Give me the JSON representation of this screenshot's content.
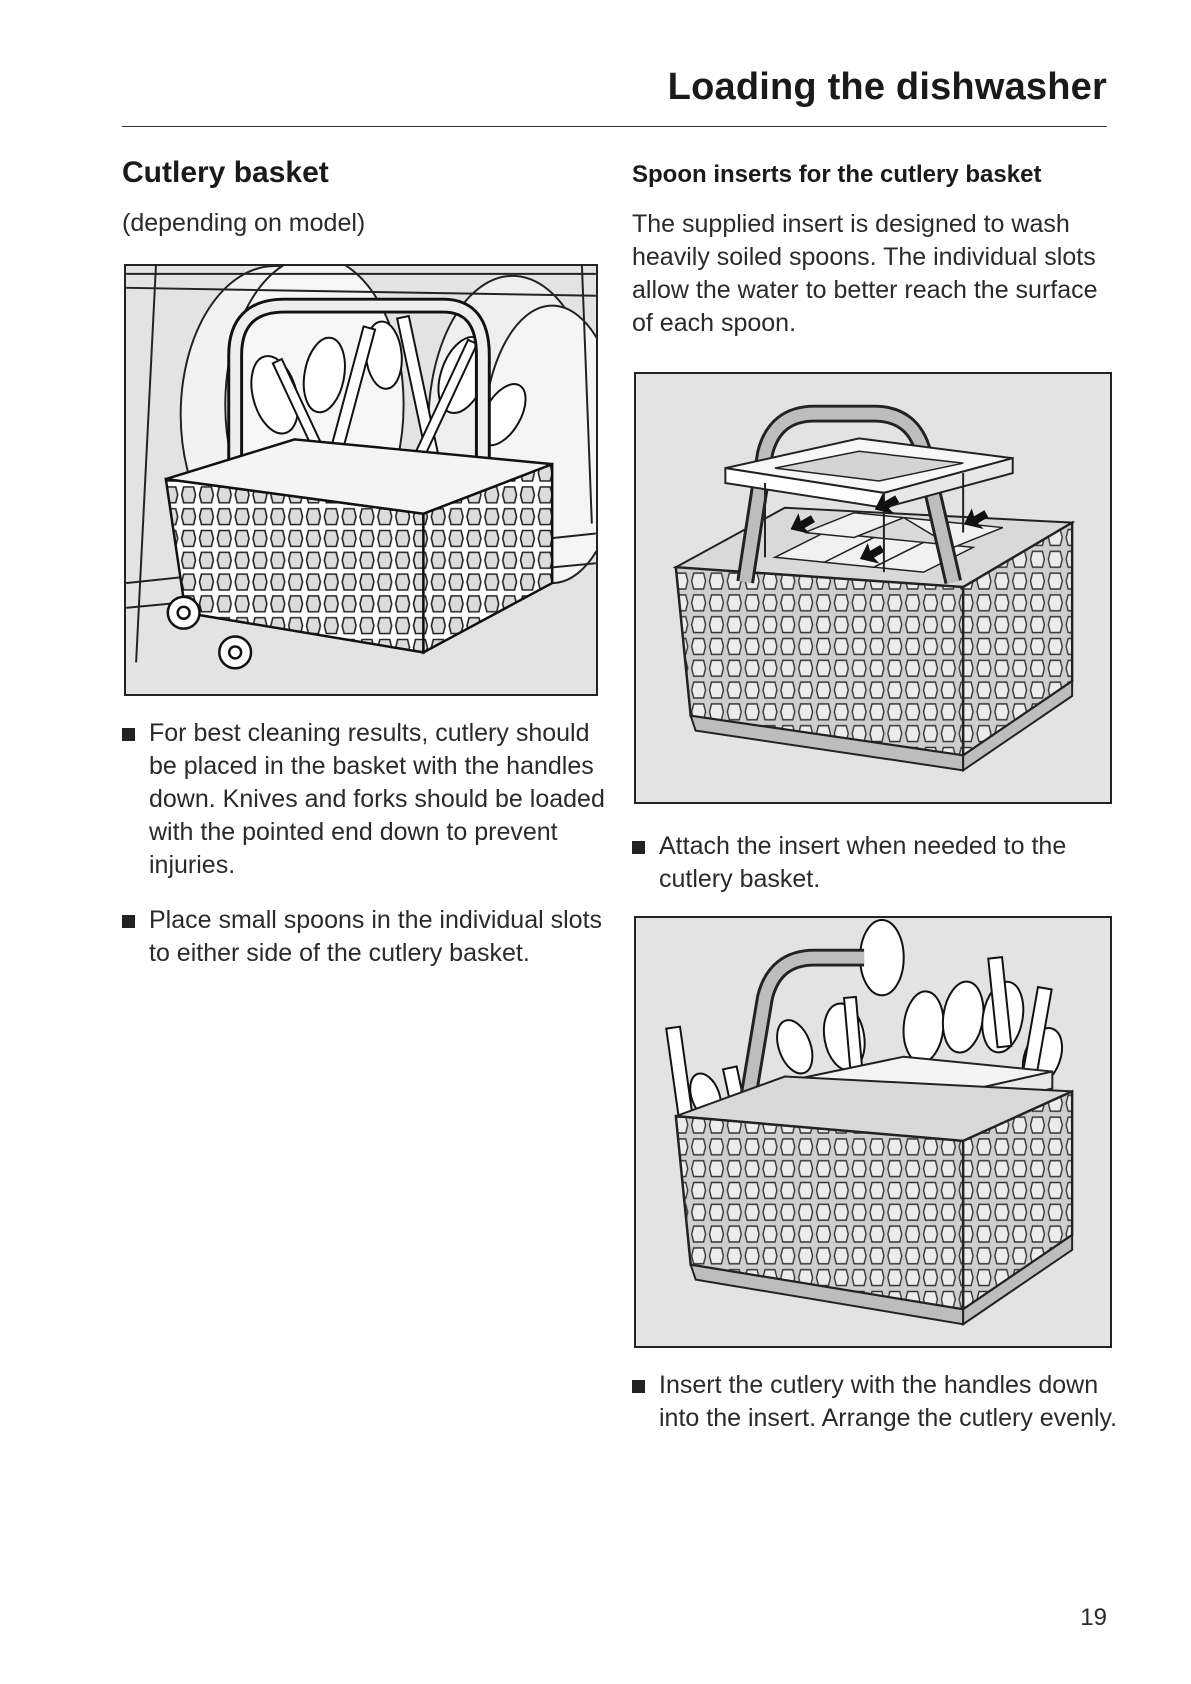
{
  "header": {
    "title": "Loading the dishwasher"
  },
  "left": {
    "section_title": "Cutlery basket",
    "subtitle": "(depending on model)",
    "bullets": [
      "For best cleaning results, cutlery should be placed in the basket with the handles down. Knives and forks should be loaded with the pointed end down to prevent injuries.",
      "Place small spoons in the individual slots to either side of the cutlery basket."
    ]
  },
  "right": {
    "section_heading": "Spoon inserts for the cutlery basket",
    "paragraph": "The supplied insert is designed to wash heavily soiled spoons. The individual slots allow the water to better reach the surface of each spoon.",
    "bullets": [
      "Attach the insert when needed to the cutlery basket.",
      "Insert the cutlery with the handles down into the insert. Arrange the cutlery evenly."
    ]
  },
  "footer": {
    "page_number": "19"
  }
}
